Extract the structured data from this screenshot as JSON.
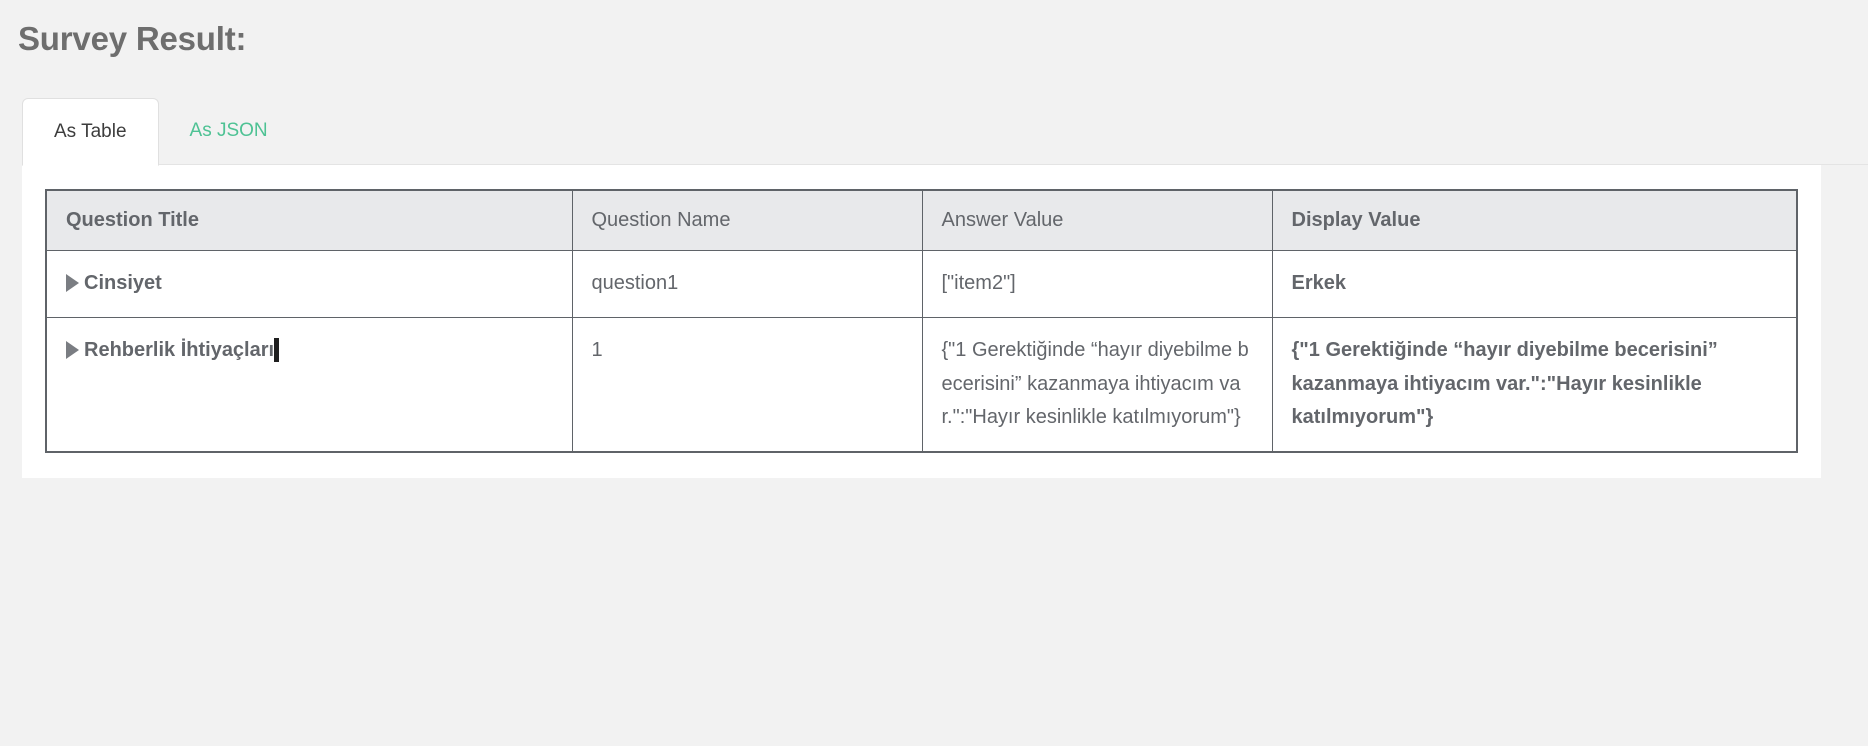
{
  "page": {
    "title": "Survey Result:"
  },
  "tabs": [
    {
      "label": "As Table",
      "active": true
    },
    {
      "label": "As JSON",
      "active": false
    }
  ],
  "table": {
    "columns": [
      {
        "label": "Question Title",
        "bold": true
      },
      {
        "label": "Question Name",
        "bold": false
      },
      {
        "label": "Answer Value",
        "bold": false
      },
      {
        "label": "Display Value",
        "bold": true
      }
    ],
    "rows": [
      {
        "question_title": "Cinsiyet",
        "question_name": "question1",
        "answer_value": "[\"item2\"]",
        "display_value": "Erkek",
        "expanded": false,
        "has_caret": false
      },
      {
        "question_title": "Rehberlik İhtiyaçları",
        "question_name": "1",
        "answer_value": "{\"1 Gerektiğinde “hayır diyebilme becerisini” kazanmaya ihtiyacım var.\":\"Hayır kesinlikle katılmıyorum\"}",
        "display_value": "{\"1 Gerektiğinde “hayır diyebilme becerisini” kazanmaya ihtiyacım var.\":\"Hayır kesinlikle katılmıyorum\"}",
        "expanded": false,
        "has_caret": true
      }
    ]
  },
  "colors": {
    "page_background": "#f2f2f2",
    "card_background": "#ffffff",
    "accent_tab": "#4ec294",
    "table_border": "#5f6368",
    "header_fill": "#e8e9eb",
    "text": "#63666b",
    "title_text": "#6e6e6e"
  },
  "icons": {
    "expander": "triangle-right-icon",
    "caret": "text-caret-icon"
  }
}
